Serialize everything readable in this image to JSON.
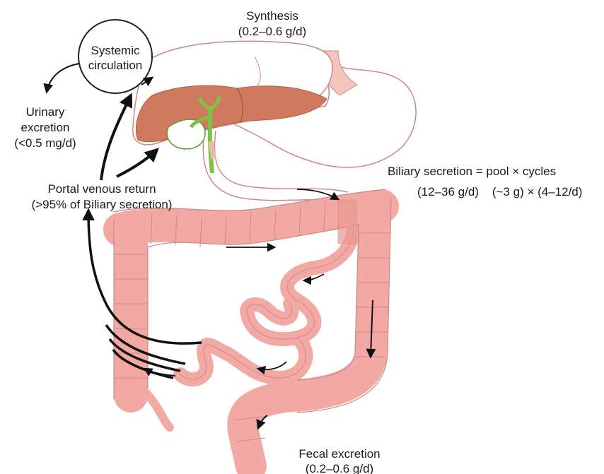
{
  "synthesis": {
    "line1": "Synthesis",
    "line2": "(0.2–0.6 g/d)"
  },
  "systemic": {
    "line1": "Systemic",
    "line2": "circulation"
  },
  "urinary": {
    "line1": "Urinary",
    "line2": "excretion",
    "line3": "(<0.5 mg/d)"
  },
  "portal": {
    "line1": "Portal venous return",
    "line2": "(>95% of Biliary secretion)"
  },
  "biliary": {
    "line1": "Biliary secretion = pool × cycles",
    "line2": "(12–36 g/d)    (~3 g) × (4–12/d)"
  },
  "fecal": {
    "line1": "Fecal excretion",
    "line2": "(0.2–0.6 g/d)"
  },
  "colors": {
    "liver": "#cf7a5e",
    "gallbladder_duct": "#7dc242",
    "intestine": "#f2a9a3",
    "intestine_outline": "#c98a86",
    "stomach_outline": "#c98a86",
    "arrow": "#111111"
  }
}
